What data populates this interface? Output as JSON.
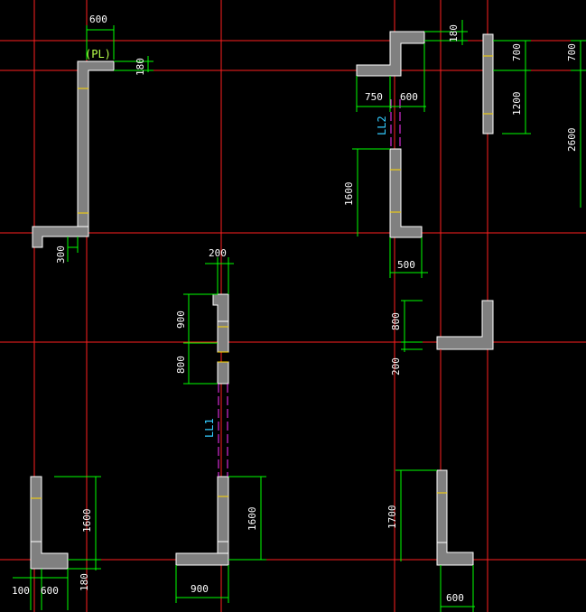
{
  "drawing": {
    "pl_label": "(PL)",
    "beams": [
      {
        "label": "LL2"
      },
      {
        "label": "LL1"
      }
    ],
    "dimensions": [
      "600",
      "180",
      "300",
      "200",
      "900",
      "800",
      "100",
      "600",
      "180",
      "1600",
      "1600",
      "900",
      "750",
      "600",
      "1600",
      "500",
      "180",
      "700",
      "1200",
      "700",
      "2600",
      "800",
      "200",
      "1700",
      "600"
    ]
  },
  "colors": {
    "background": "#000000",
    "grid": "#ff1f1f",
    "dimension": "#00ff00",
    "wall": "#808080",
    "beam": "#ff33ff",
    "beam_label": "#33ccff"
  }
}
